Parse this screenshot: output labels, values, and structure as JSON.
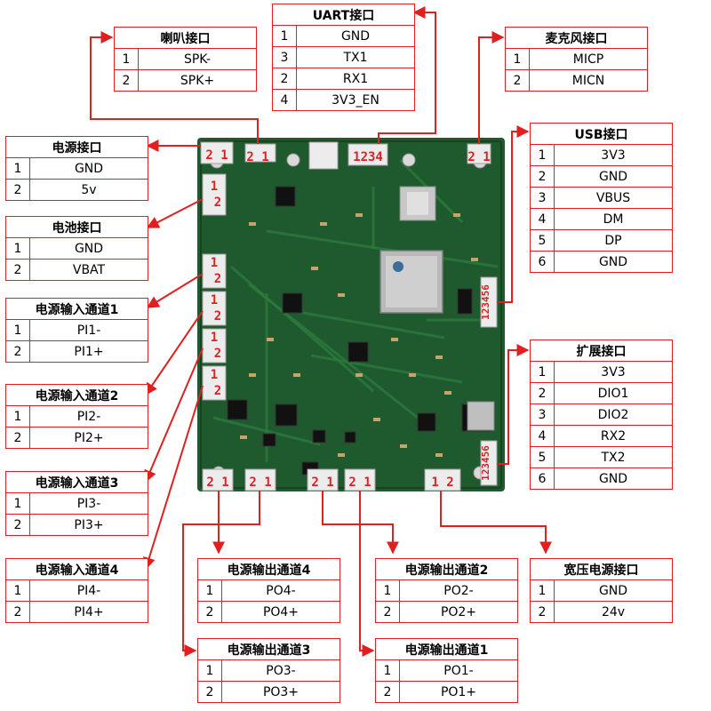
{
  "tables": [
    {
      "id": "uart",
      "title": "UART接口",
      "rows": [
        [
          "1",
          "GND"
        ],
        [
          "3",
          "TX1"
        ],
        [
          "2",
          "RX1"
        ],
        [
          "4",
          "3V3_EN"
        ]
      ]
    },
    {
      "id": "spk",
      "title": "喇叭接口",
      "rows": [
        [
          "1",
          "SPK-"
        ],
        [
          "2",
          "SPK+"
        ]
      ]
    },
    {
      "id": "mic",
      "title": "麦克风接口",
      "rows": [
        [
          "1",
          "MICP"
        ],
        [
          "2",
          "MICN"
        ]
      ]
    },
    {
      "id": "power",
      "title": "电源接口",
      "rows": [
        [
          "1",
          "GND"
        ],
        [
          "2",
          "5v"
        ]
      ]
    },
    {
      "id": "battery",
      "title": "电池接口",
      "rows": [
        [
          "1",
          "GND"
        ],
        [
          "2",
          "VBAT"
        ]
      ]
    },
    {
      "id": "usb",
      "title": "USB接口",
      "rows": [
        [
          "1",
          "3V3"
        ],
        [
          "2",
          "GND"
        ],
        [
          "3",
          "VBUS"
        ],
        [
          "4",
          "DM"
        ],
        [
          "5",
          "DP"
        ],
        [
          "6",
          "GND"
        ]
      ]
    },
    {
      "id": "in1",
      "title": "电源输入通道1",
      "rows": [
        [
          "1",
          "PI1-"
        ],
        [
          "2",
          "PI1+"
        ]
      ]
    },
    {
      "id": "in2",
      "title": "电源输入通道2",
      "rows": [
        [
          "1",
          "PI2-"
        ],
        [
          "2",
          "PI2+"
        ]
      ]
    },
    {
      "id": "in3",
      "title": "电源输入通道3",
      "rows": [
        [
          "1",
          "PI3-"
        ],
        [
          "2",
          "PI3+"
        ]
      ]
    },
    {
      "id": "in4",
      "title": "电源输入通道4",
      "rows": [
        [
          "1",
          "PI4-"
        ],
        [
          "2",
          "PI4+"
        ]
      ]
    },
    {
      "id": "ext",
      "title": "扩展接口",
      "rows": [
        [
          "1",
          "3V3"
        ],
        [
          "2",
          "DIO1"
        ],
        [
          "3",
          "DIO2"
        ],
        [
          "4",
          "RX2"
        ],
        [
          "5",
          "TX2"
        ],
        [
          "6",
          "GND"
        ]
      ]
    },
    {
      "id": "out4",
      "title": "电源输出通道4",
      "rows": [
        [
          "1",
          "PO4-"
        ],
        [
          "2",
          "PO4+"
        ]
      ]
    },
    {
      "id": "out2",
      "title": "电源输出通道2",
      "rows": [
        [
          "1",
          "PO2-"
        ],
        [
          "2",
          "PO2+"
        ]
      ]
    },
    {
      "id": "hv",
      "title": "宽压电源接口",
      "rows": [
        [
          "1",
          "GND"
        ],
        [
          "2",
          "24v"
        ]
      ]
    },
    {
      "id": "out3",
      "title": "电源输出通道3",
      "rows": [
        [
          "1",
          "PO3-"
        ],
        [
          "2",
          "PO3+"
        ]
      ]
    },
    {
      "id": "out1",
      "title": "电源输出通道1",
      "rows": [
        [
          "1",
          "PO1-"
        ],
        [
          "2",
          "PO1+"
        ]
      ]
    }
  ],
  "pin_labels": {
    "power": "2 1",
    "spk": "2 1",
    "uart": "1234",
    "mic": "2 1",
    "battery": "1 2",
    "in1": "1 2",
    "in2": "1 2",
    "in3": "1 2",
    "in4": "1 2",
    "usb": "123456",
    "ext": "123456",
    "out4": "2 1",
    "out3": "2 1",
    "out2": "2 1",
    "out1": "2 1",
    "hv": "1 2"
  },
  "colors": {
    "accent": "#e02020",
    "board": "#1f5a2e",
    "board_dark": "#17431f",
    "trace": "#2c7a3f"
  }
}
